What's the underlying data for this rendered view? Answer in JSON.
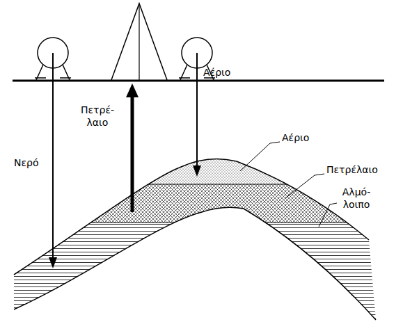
{
  "diagram": {
    "labels": [
      "Νερό",
      "Πετρέ-λαιο",
      "Αέριο",
      "Αέριο",
      "Πετρέλαιο",
      "Αλμό-λοιπο"
    ]
  }
}
